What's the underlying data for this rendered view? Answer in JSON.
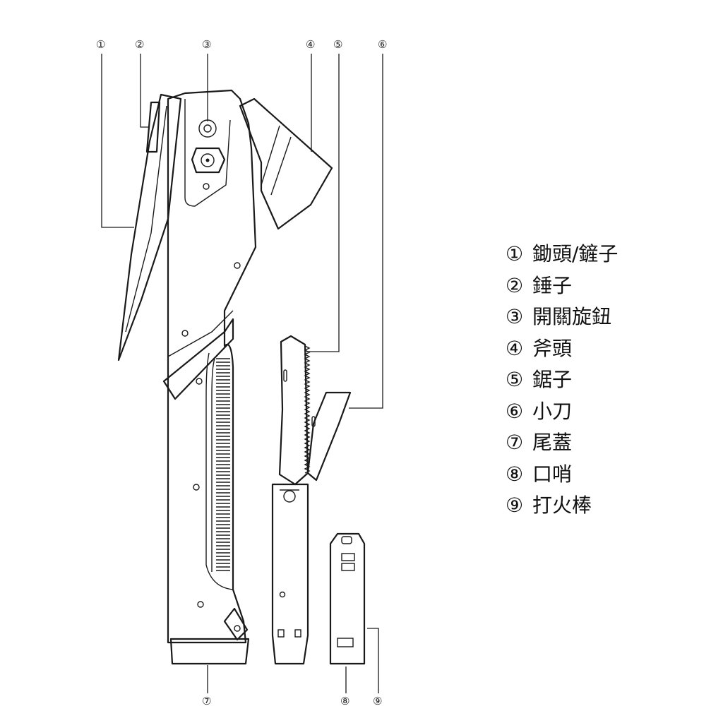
{
  "callouts": [
    {
      "num": "①",
      "label": "鋤頭/鏟子"
    },
    {
      "num": "②",
      "label": "錘子"
    },
    {
      "num": "③",
      "label": "開關旋鈕"
    },
    {
      "num": "④",
      "label": "斧頭"
    },
    {
      "num": "⑤",
      "label": "鋸子"
    },
    {
      "num": "⑥",
      "label": "小刀"
    },
    {
      "num": "⑦",
      "label": "尾蓋"
    },
    {
      "num": "⑧",
      "label": "口哨"
    },
    {
      "num": "⑨",
      "label": "打火棒"
    }
  ]
}
